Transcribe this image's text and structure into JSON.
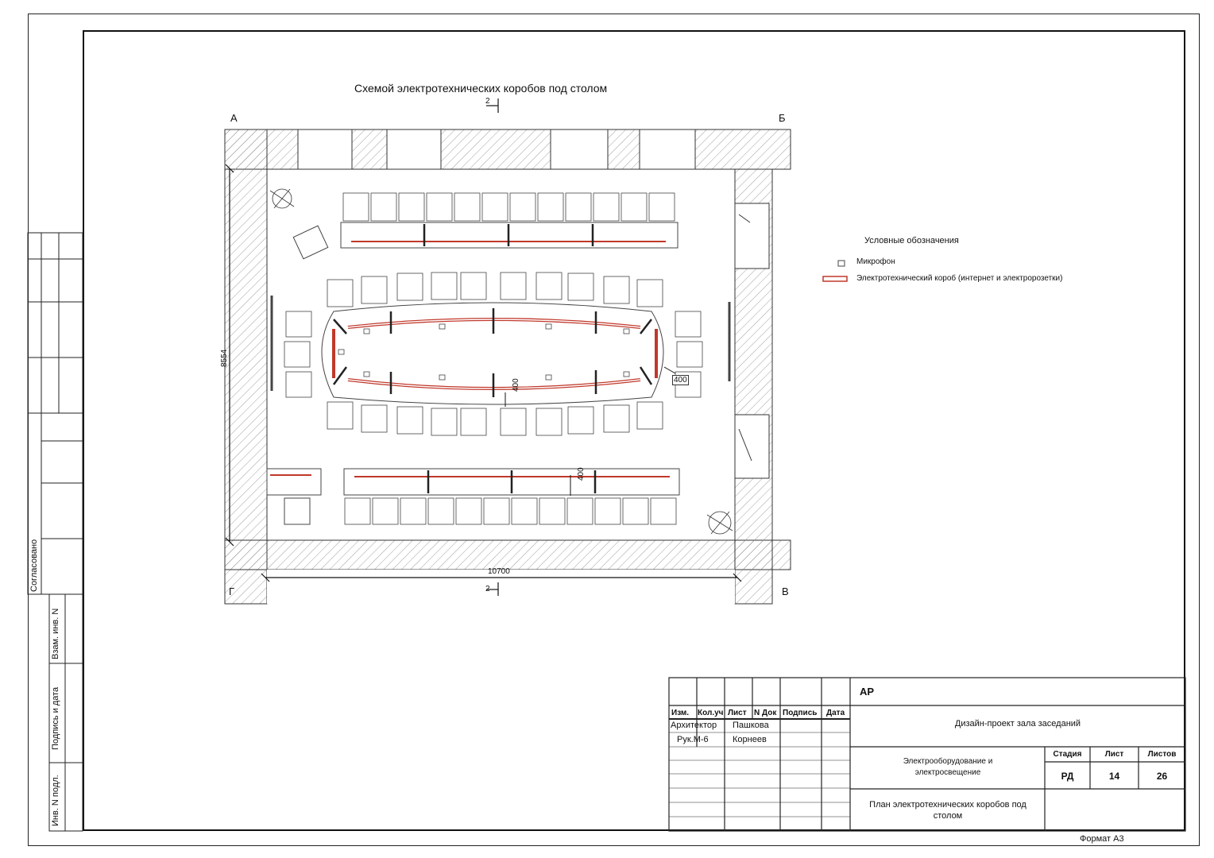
{
  "drawing": {
    "title": "Схемой электротехнических коробов под столом",
    "section_mark": "2",
    "axes": {
      "top_left": "А",
      "top_right": "Б",
      "bottom_left": "Г",
      "bottom_right": "В"
    },
    "dimensions": {
      "width": "10700",
      "height": "8554",
      "table_gap_1": "400",
      "table_gap_2": "400",
      "table_gap_3": "400"
    }
  },
  "legend": {
    "title": "Условные обозначения",
    "items": [
      {
        "label": "Микрофон"
      },
      {
        "label": "Электротехнический короб (интернет и электророзетки)"
      }
    ]
  },
  "left_strip": {
    "agreed": "Согласовано",
    "replaced_inv": "Взам. инв. N",
    "sign_date": "Подпись и дата",
    "inv_orig": "Инв. N подл."
  },
  "title_block": {
    "headers": [
      "Изм.",
      "Кол.уч",
      "Лист",
      "N Док",
      "Подпись",
      "Дата"
    ],
    "roles": [
      {
        "role": "Архитектор",
        "name": "Пашкова"
      },
      {
        "role": "Рук.М-6",
        "name": "Корнеев"
      }
    ],
    "code": "АР",
    "project": "Дизайн-проект зала заседаний",
    "section": "Электрооборудование и электросвещение",
    "sheet_title": "План электротехнических коробов под столом",
    "stage_label": "Стадия",
    "sheet_label": "Лист",
    "sheets_label": "Листов",
    "stage": "РД",
    "sheet": "14",
    "sheets": "26"
  },
  "format": "Формат А3",
  "colors": {
    "duct": "#c0392b",
    "line": "#222222",
    "hatch": "#777777"
  }
}
